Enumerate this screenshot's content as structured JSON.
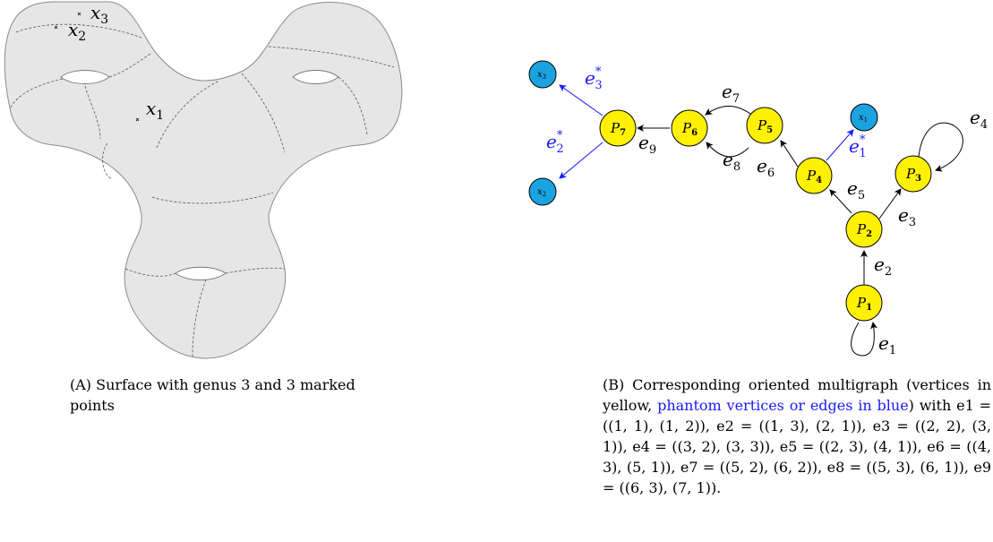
{
  "captions": {
    "a_tag": "(A)",
    "a_text": "Surface with genus 3 and 3 marked points",
    "b_tag": "(B)",
    "b_pre": "Corresponding oriented multigraph (vertices in yellow, ",
    "b_blue": "phantom vertices or edges in blue",
    "b_post": ") with e1 = ((1, 1), (1, 2)), e2 = ((1, 3), (2, 1)), e3 = ((2, 2), (3, 1)), e4 = ((3, 2), (3, 3)), e5 = ((2, 3), (4, 1)), e6 = ((4, 3), (5, 1)), e7 = ((5, 2), (6, 2)), e8 = ((5, 3), (6, 1)), e9 = ((6, 3), (7, 1))."
  },
  "surface": {
    "marked_points": [
      {
        "label": "x",
        "sub": "1"
      },
      {
        "label": "x",
        "sub": "2"
      },
      {
        "label": "x",
        "sub": "3"
      }
    ]
  },
  "graph": {
    "vertices": [
      {
        "id": "P1",
        "label": "P",
        "sub": "1",
        "kind": "vertex"
      },
      {
        "id": "P2",
        "label": "P",
        "sub": "2",
        "kind": "vertex"
      },
      {
        "id": "P3",
        "label": "P",
        "sub": "3",
        "kind": "vertex"
      },
      {
        "id": "P4",
        "label": "P",
        "sub": "4",
        "kind": "vertex"
      },
      {
        "id": "P5",
        "label": "P",
        "sub": "5",
        "kind": "vertex"
      },
      {
        "id": "P6",
        "label": "P",
        "sub": "6",
        "kind": "vertex"
      },
      {
        "id": "P7",
        "label": "P",
        "sub": "7",
        "kind": "vertex"
      },
      {
        "id": "x1",
        "label": "x",
        "sub": "1",
        "kind": "phantom"
      },
      {
        "id": "x2",
        "label": "x",
        "sub": "2",
        "kind": "phantom"
      },
      {
        "id": "x3",
        "label": "x",
        "sub": "3",
        "kind": "phantom"
      }
    ],
    "edges": [
      {
        "id": "e1",
        "from": "P1",
        "to": "P1",
        "label": "e",
        "sub": "1",
        "kind": "edge"
      },
      {
        "id": "e2",
        "from": "P1",
        "to": "P2",
        "label": "e",
        "sub": "2",
        "kind": "edge"
      },
      {
        "id": "e3",
        "from": "P2",
        "to": "P3",
        "label": "e",
        "sub": "3",
        "kind": "edge"
      },
      {
        "id": "e4",
        "from": "P3",
        "to": "P3",
        "label": "e",
        "sub": "4",
        "kind": "edge"
      },
      {
        "id": "e5",
        "from": "P2",
        "to": "P4",
        "label": "e",
        "sub": "5",
        "kind": "edge"
      },
      {
        "id": "e6",
        "from": "P4",
        "to": "P5",
        "label": "e",
        "sub": "6",
        "kind": "edge"
      },
      {
        "id": "e7",
        "from": "P5",
        "to": "P6",
        "label": "e",
        "sub": "7",
        "kind": "edge"
      },
      {
        "id": "e8",
        "from": "P5",
        "to": "P6",
        "label": "e",
        "sub": "8",
        "kind": "edge"
      },
      {
        "id": "e9",
        "from": "P6",
        "to": "P7",
        "label": "e",
        "sub": "9",
        "kind": "edge"
      },
      {
        "id": "e1star",
        "from": "P4",
        "to": "x1",
        "label": "e",
        "sub": "1",
        "sup": "*",
        "kind": "phantom"
      },
      {
        "id": "e2star",
        "from": "P7",
        "to": "x2",
        "label": "e",
        "sub": "2",
        "sup": "*",
        "kind": "phantom"
      },
      {
        "id": "e3star",
        "from": "P7",
        "to": "x3",
        "label": "e",
        "sub": "3",
        "sup": "*",
        "kind": "phantom"
      }
    ]
  },
  "colors": {
    "surface_fill": "#e6e6e6",
    "vertex_fill": "#fff200",
    "phantom_fill": "#1aa3e0",
    "phantom_edge": "#1a1aff"
  }
}
